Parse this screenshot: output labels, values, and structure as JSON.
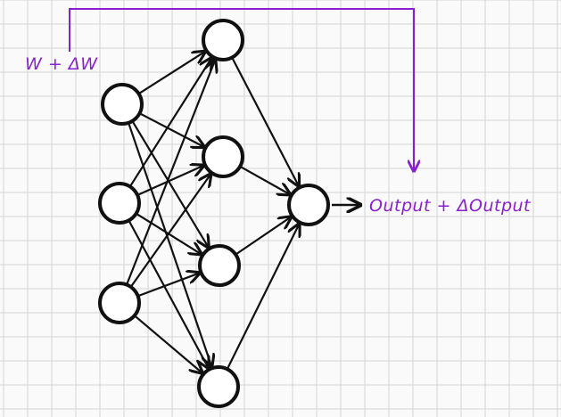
{
  "colors": {
    "grid": "#d4d4d4",
    "ink": "#111111",
    "accent": "#8a1fd1",
    "background": "#fafafa"
  },
  "labels": {
    "weight_update": "W + ΔW",
    "output": "Output + ΔOutput"
  },
  "network": {
    "layers": [
      3,
      4,
      1
    ],
    "connections": "fully-connected"
  }
}
